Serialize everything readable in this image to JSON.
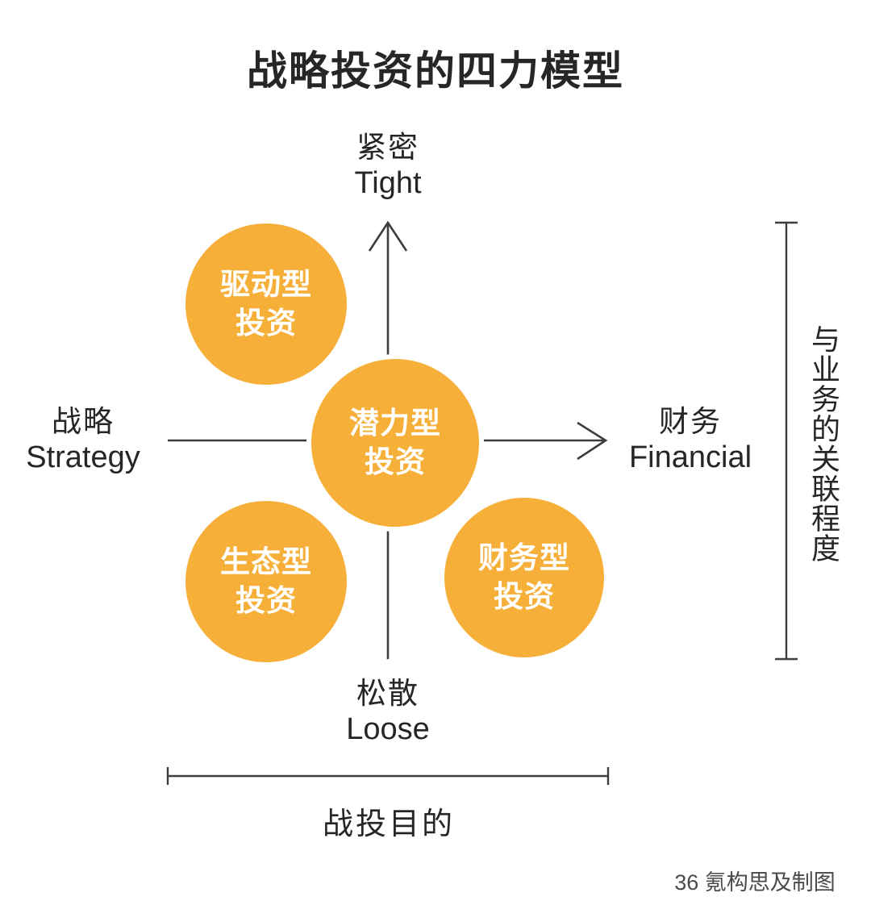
{
  "title": "战略投资的四力模型",
  "colors": {
    "circle_fill": "#F6AF38",
    "circle_text": "#FFFFFF",
    "line": "#3D3D3D",
    "text": "#262626",
    "credit_text": "#4B4B4B",
    "background": "#FFFFFF"
  },
  "axis_labels": {
    "top": {
      "zh": "紧密",
      "en": "Tight"
    },
    "bottom": {
      "zh": "松散",
      "en": "Loose"
    },
    "left": {
      "zh": "战略",
      "en": "Strategy"
    },
    "right": {
      "zh": "财务",
      "en": "Financial"
    }
  },
  "circles": [
    {
      "name": "driving",
      "line1": "驱动型",
      "line2": "投资"
    },
    {
      "name": "potential",
      "line1": "潜力型",
      "line2": "投资"
    },
    {
      "name": "ecosystem",
      "line1": "生态型",
      "line2": "投资"
    },
    {
      "name": "financial",
      "line1": "财务型",
      "line2": "投资"
    }
  ],
  "right_axis_annotation": "与业务的关联程度",
  "bottom_axis_annotation": "战投目的",
  "credit": "36 氪构思及制图"
}
